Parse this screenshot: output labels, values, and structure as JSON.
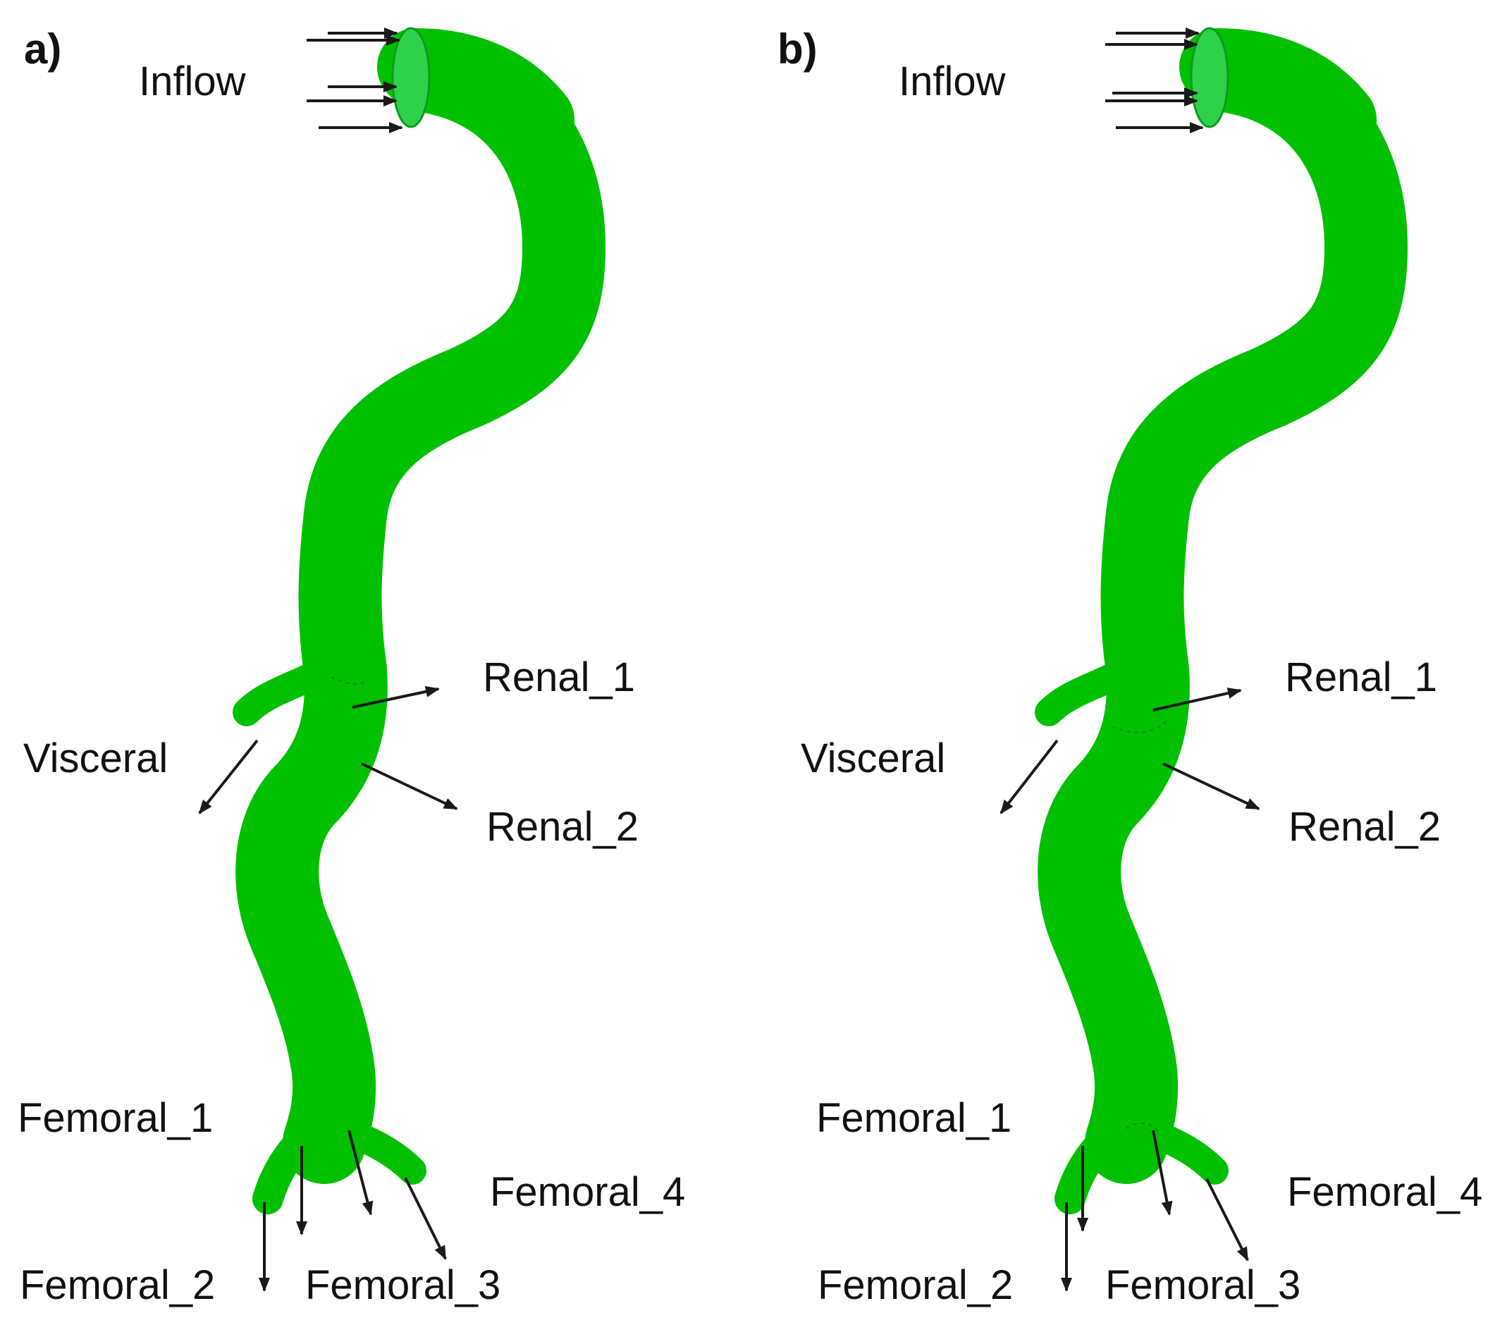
{
  "colors": {
    "vessel": "#00c000",
    "inlet": "#2ed14a",
    "arrow": "#1a1a1a",
    "text": "#111111",
    "background": "#ffffff"
  },
  "panels": [
    {
      "id": "a",
      "label": "a)",
      "labels": {
        "inflow": "Inflow",
        "renal_1": "Renal_1",
        "renal_2": "Renal_2",
        "visceral": "Visceral",
        "femoral_1": "Femoral_1",
        "femoral_2": "Femoral_2",
        "femoral_3": "Femoral_3",
        "femoral_4": "Femoral_4"
      }
    },
    {
      "id": "b",
      "label": "b)",
      "labels": {
        "inflow": "Inflow",
        "renal_1": "Renal_1",
        "renal_2": "Renal_2",
        "visceral": "Visceral",
        "femoral_1": "Femoral_1",
        "femoral_2": "Femoral_2",
        "femoral_3": "Femoral_3",
        "femoral_4": "Femoral_4"
      }
    }
  ]
}
